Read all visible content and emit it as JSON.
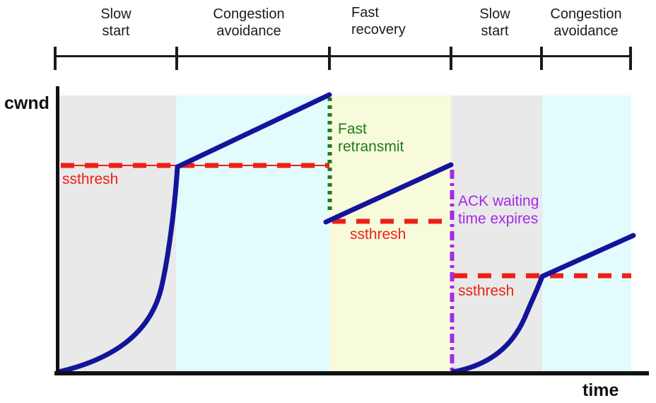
{
  "colors": {
    "curve": "#14149b",
    "ssthresh": "#ee2016",
    "fast_retransmit": "#1e7b1e",
    "ack_expire": "#a429e8",
    "region_gray": "#e9e9e9",
    "region_cyan": "#e2fbfd",
    "region_yellow": "#f7fadb",
    "axis": "#111111",
    "ruler": "#1a1a1a",
    "text": "#1c1c1c"
  },
  "phases": [
    {
      "label": "Slow\nstart"
    },
    {
      "label": "Congestion\navoidance"
    },
    {
      "label": "Fast\nrecovery"
    },
    {
      "label": "Slow\nstart"
    },
    {
      "label": "Congestion\navoidance"
    }
  ],
  "axes": {
    "y_label": "cwnd",
    "x_label": "time"
  },
  "annotations": {
    "ssthresh_1": "ssthresh",
    "fast_retransmit": "Fast\nretransmit",
    "ssthresh_2": "ssthresh",
    "ack_waiting": "ACK waiting\ntime expires",
    "ssthresh_3": "ssthresh"
  },
  "diagram": {
    "phase_sequence": [
      "Slow start",
      "Congestion avoidance",
      "Fast recovery",
      "Slow start",
      "Congestion avoidance"
    ],
    "threshold_label": "ssthresh",
    "threshold_line_count": 3,
    "events": [
      {
        "label": "Fast retransmit",
        "line_style": "green dotted vertical",
        "between_phases": [
          "Congestion avoidance",
          "Fast recovery"
        ]
      },
      {
        "label": "ACK waiting time expires",
        "line_style": "purple dash-dot vertical",
        "between_phases": [
          "Fast recovery",
          "Slow start"
        ]
      }
    ],
    "curve_description": "cwnd grows exponentially in slow start, linearly in congestion avoidance; drops to ssthresh at fast retransmit; restarts from zero after ACK timeout"
  }
}
